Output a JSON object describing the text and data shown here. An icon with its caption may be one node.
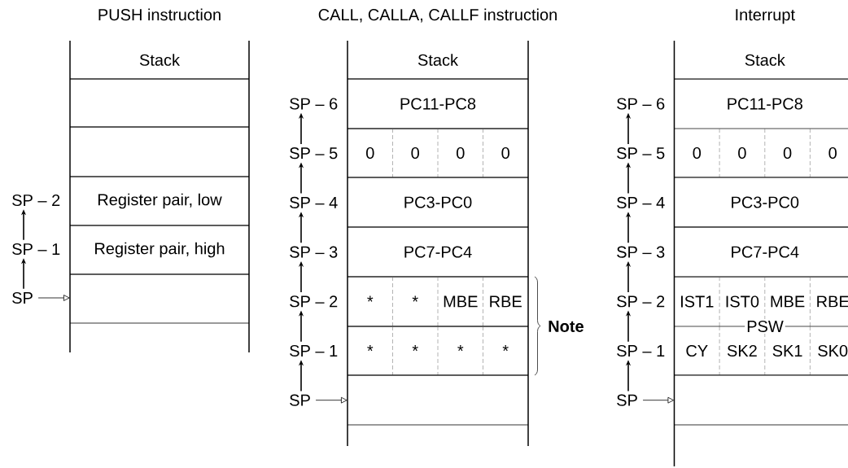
{
  "diagram": {
    "nodes": [
      {
        "text": [
          "PUSH instruction"
        ]
      },
      {
        "text": [
          "Stack"
        ],
        "in": 0
      },
      {
        "text": [],
        "shape": "box",
        "in": 0
      },
      {
        "text": [],
        "shape": "box",
        "in": 0
      },
      {
        "text": [
          "Register pair, low"
        ],
        "in": 0
      },
      {
        "text": [
          "Register pair, high"
        ],
        "in": 0
      },
      {
        "text": [],
        "shape": "box",
        "in": 0
      },
      {
        "text": [
          "SP – 2"
        ]
      },
      {
        "text": [
          "SP – 1"
        ]
      },
      {
        "text": [
          "SP"
        ]
      },
      {
        "text": [
          "CALL, CALLA, CALLF instruction"
        ]
      },
      {
        "text": [
          "Stack"
        ],
        "in": 10
      },
      {
        "text": [
          "PC11-PC8"
        ],
        "in": 10
      },
      {
        "text": [
          "0",
          "0",
          "0",
          "0"
        ],
        "in": 10
      },
      {
        "text": [
          "PC3-PC0"
        ],
        "in": 10
      },
      {
        "text": [
          "PC7-PC4"
        ],
        "in": 10
      },
      {
        "text": [
          "*",
          "*",
          "MBE",
          "RBE"
        ],
        "in": 10
      },
      {
        "text": [
          "*",
          "*",
          "*",
          "*"
        ],
        "in": 10
      },
      {
        "text": [],
        "shape": "box",
        "in": 10
      },
      {
        "text": [
          "SP – 6"
        ]
      },
      {
        "text": [
          "SP – 5"
        ]
      },
      {
        "text": [
          "SP – 4"
        ]
      },
      {
        "text": [
          "SP – 3"
        ]
      },
      {
        "text": [
          "SP – 2"
        ]
      },
      {
        "text": [
          "SP – 1"
        ]
      },
      {
        "text": [
          "SP"
        ]
      },
      {
        "text": [
          "Interrupt"
        ]
      },
      {
        "text": [
          "Stack"
        ],
        "in": 26
      },
      {
        "text": [
          "PC11-PC8"
        ],
        "in": 26
      },
      {
        "text": [
          "0",
          "0",
          "0",
          "0"
        ],
        "in": 26
      },
      {
        "text": [
          "PC3-PC0"
        ],
        "in": 26
      },
      {
        "text": [
          "PC7-PC4"
        ],
        "in": 26
      },
      {
        "text": [
          "IST1",
          "IST0",
          "MBE",
          "RBE"
        ],
        "in": 26
      },
      {
        "text": [
          "CY",
          "SK2",
          "SK1",
          "SK0"
        ],
        "in": 26
      },
      {
        "text": [],
        "shape": "box",
        "in": 26
      },
      {
        "text": [
          "SP – 6"
        ]
      },
      {
        "text": [
          "SP – 5"
        ]
      },
      {
        "text": [
          "SP – 4"
        ]
      },
      {
        "text": [
          "SP – 3"
        ]
      },
      {
        "text": [
          "SP – 2"
        ]
      },
      {
        "text": [
          "SP – 1"
        ]
      },
      {
        "text": [
          "SP"
        ]
      }
    ],
    "edges": [
      {
        "from": 8,
        "to": 7,
        "arrow": "to"
      },
      {
        "from": 9,
        "to": 8,
        "arrow": "to"
      },
      {
        "from": 9,
        "to": 6,
        "arrow": "to"
      },
      {
        "from": 20,
        "to": 19,
        "arrow": "to"
      },
      {
        "from": 21,
        "to": 20,
        "arrow": "to"
      },
      {
        "from": 22,
        "to": 21,
        "arrow": "to"
      },
      {
        "from": 23,
        "to": 22,
        "arrow": "to"
      },
      {
        "from": 24,
        "to": 23,
        "arrow": "to"
      },
      {
        "from": 25,
        "to": 24,
        "arrow": "to"
      },
      {
        "from": 25,
        "to": 18,
        "arrow": "to"
      },
      {
        "from": 36,
        "to": 35,
        "arrow": "to"
      },
      {
        "from": 37,
        "to": 36,
        "arrow": "to"
      },
      {
        "from": 38,
        "to": 37,
        "arrow": "to"
      },
      {
        "from": 39,
        "to": 38,
        "arrow": "to"
      },
      {
        "from": 40,
        "to": 39,
        "arrow": "to"
      },
      {
        "from": 41,
        "to": 40,
        "arrow": "to"
      },
      {
        "from": 41,
        "to": 34,
        "arrow": "to"
      }
    ],
    "labels": [
      "Note",
      "PSW"
    ]
  }
}
